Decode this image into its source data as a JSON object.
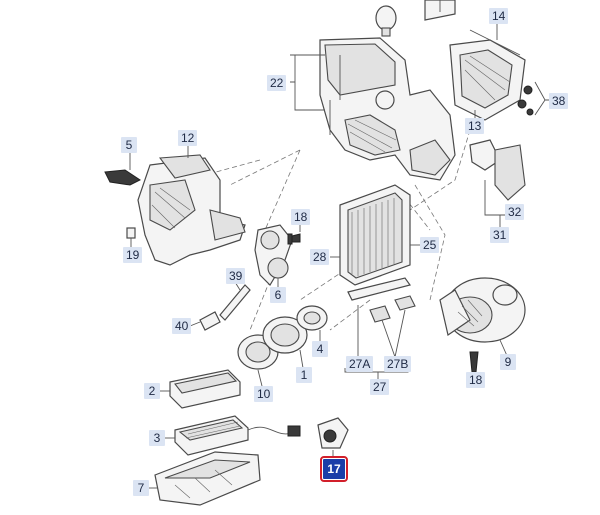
{
  "diagram": {
    "callouts": [
      {
        "id": "c14",
        "text": "14",
        "selected": false
      },
      {
        "id": "c22",
        "text": "22",
        "selected": false
      },
      {
        "id": "c38",
        "text": "38",
        "selected": false
      },
      {
        "id": "c13",
        "text": "13",
        "selected": false
      },
      {
        "id": "c12",
        "text": "12",
        "selected": false
      },
      {
        "id": "c5",
        "text": "5",
        "selected": false
      },
      {
        "id": "c32",
        "text": "32",
        "selected": false
      },
      {
        "id": "c31",
        "text": "31",
        "selected": false
      },
      {
        "id": "c18a",
        "text": "18",
        "selected": false
      },
      {
        "id": "c25",
        "text": "25",
        "selected": false
      },
      {
        "id": "c28",
        "text": "28",
        "selected": false
      },
      {
        "id": "c19",
        "text": "19",
        "selected": false
      },
      {
        "id": "c39",
        "text": "39",
        "selected": false
      },
      {
        "id": "c6",
        "text": "6",
        "selected": false
      },
      {
        "id": "c40",
        "text": "40",
        "selected": false
      },
      {
        "id": "c4",
        "text": "4",
        "selected": false
      },
      {
        "id": "c27A",
        "text": "27A",
        "selected": false
      },
      {
        "id": "c27B",
        "text": "27B",
        "selected": false
      },
      {
        "id": "c27",
        "text": "27",
        "selected": false
      },
      {
        "id": "c9",
        "text": "9",
        "selected": false
      },
      {
        "id": "c1",
        "text": "1",
        "selected": false
      },
      {
        "id": "c18b",
        "text": "18",
        "selected": false
      },
      {
        "id": "c2",
        "text": "2",
        "selected": false
      },
      {
        "id": "c10",
        "text": "10",
        "selected": false
      },
      {
        "id": "c3",
        "text": "3",
        "selected": false
      },
      {
        "id": "c17",
        "text": "17",
        "selected": true
      },
      {
        "id": "c7",
        "text": "7",
        "selected": false
      }
    ]
  }
}
